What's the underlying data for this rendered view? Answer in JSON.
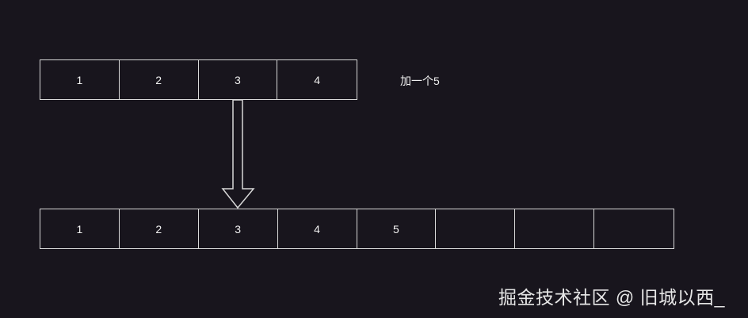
{
  "diagram": {
    "top_array": {
      "cells": [
        "1",
        "2",
        "3",
        "4"
      ]
    },
    "note": "加一个5",
    "bottom_array": {
      "cells": [
        "1",
        "2",
        "3",
        "4",
        "5",
        "",
        "",
        ""
      ]
    },
    "arrow": "down-arrow-icon",
    "colors": {
      "background": "#18151d",
      "stroke": "#d8d8d8",
      "text": "#f0f0f0"
    }
  },
  "watermark": "掘金技术社区 @ 旧城以西_"
}
